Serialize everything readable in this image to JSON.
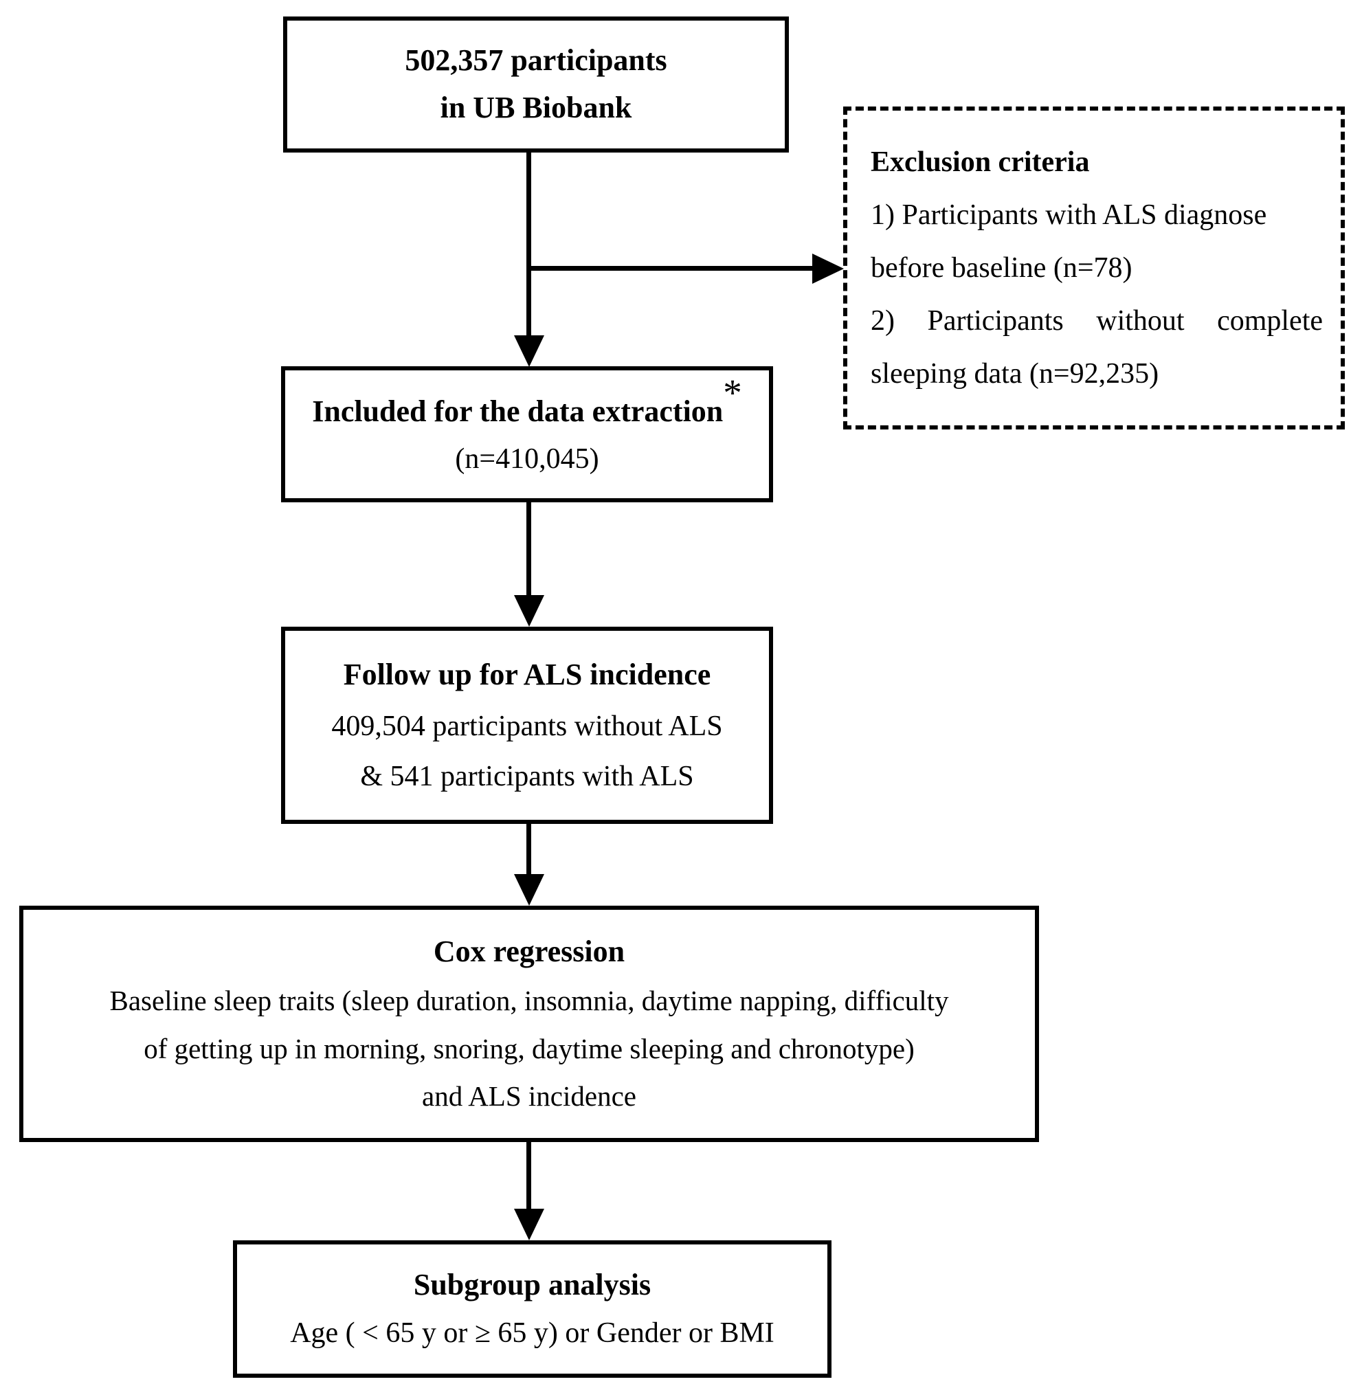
{
  "diagram": {
    "boxes": {
      "biobank": {
        "lines": [
          "502,357 participants",
          "in UB Biobank"
        ]
      },
      "exclusion": {
        "title": "Exclusion criteria",
        "lines": [
          "1) Participants with ALS diagnose",
          "before baseline (n=78)",
          "2) Participants without complete",
          "sleeping data (n=92,235)"
        ]
      },
      "included": {
        "title": "Included for the data extraction",
        "footnote_marker": "*",
        "count": "(n=410,045)"
      },
      "followup": {
        "title": "Follow up for ALS incidence",
        "lines": [
          "409,504 participants without ALS",
          "& 541 participants with ALS"
        ]
      },
      "cox": {
        "title": "Cox regression",
        "lines": [
          "Baseline sleep traits (sleep duration, insomnia, daytime napping, difficulty",
          "of getting up in morning, snoring, daytime sleeping and chronotype)",
          "and ALS incidence"
        ]
      },
      "subgroup": {
        "title": "Subgroup analysis",
        "lines": [
          "Age ( < 65 y or ≥ 65 y) or Gender or BMI"
        ]
      }
    },
    "colors": {
      "ink": "#000000",
      "paper": "#ffffff"
    }
  }
}
